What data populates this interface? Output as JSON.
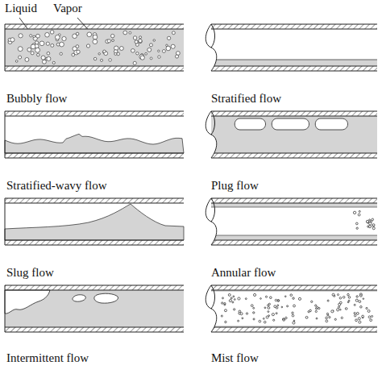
{
  "diagram": {
    "labels": [
      "Liquid",
      "Vapor",
      "Bubbly flow",
      "Stratified flow",
      "Stratified-wavy flow",
      "Plug flow",
      "Slug flow",
      "Annular flow",
      "Intermittent flow",
      "Mist flow"
    ]
  }
}
